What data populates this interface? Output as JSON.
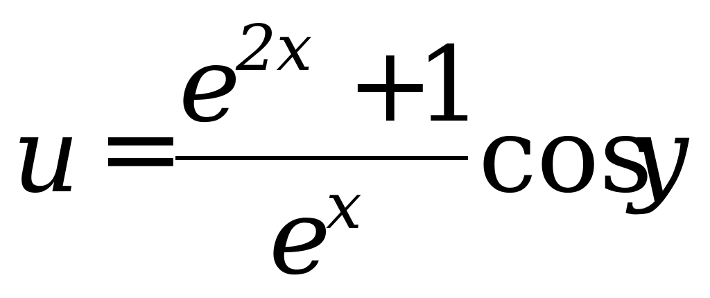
{
  "formula": {
    "lhs_variable": "u",
    "equals": "=",
    "numerator": {
      "base": "e",
      "exponent": "2x",
      "plus": "+",
      "constant": "1"
    },
    "denominator": {
      "base": "e",
      "exponent": "x"
    },
    "function": "cos",
    "argument": "y"
  }
}
